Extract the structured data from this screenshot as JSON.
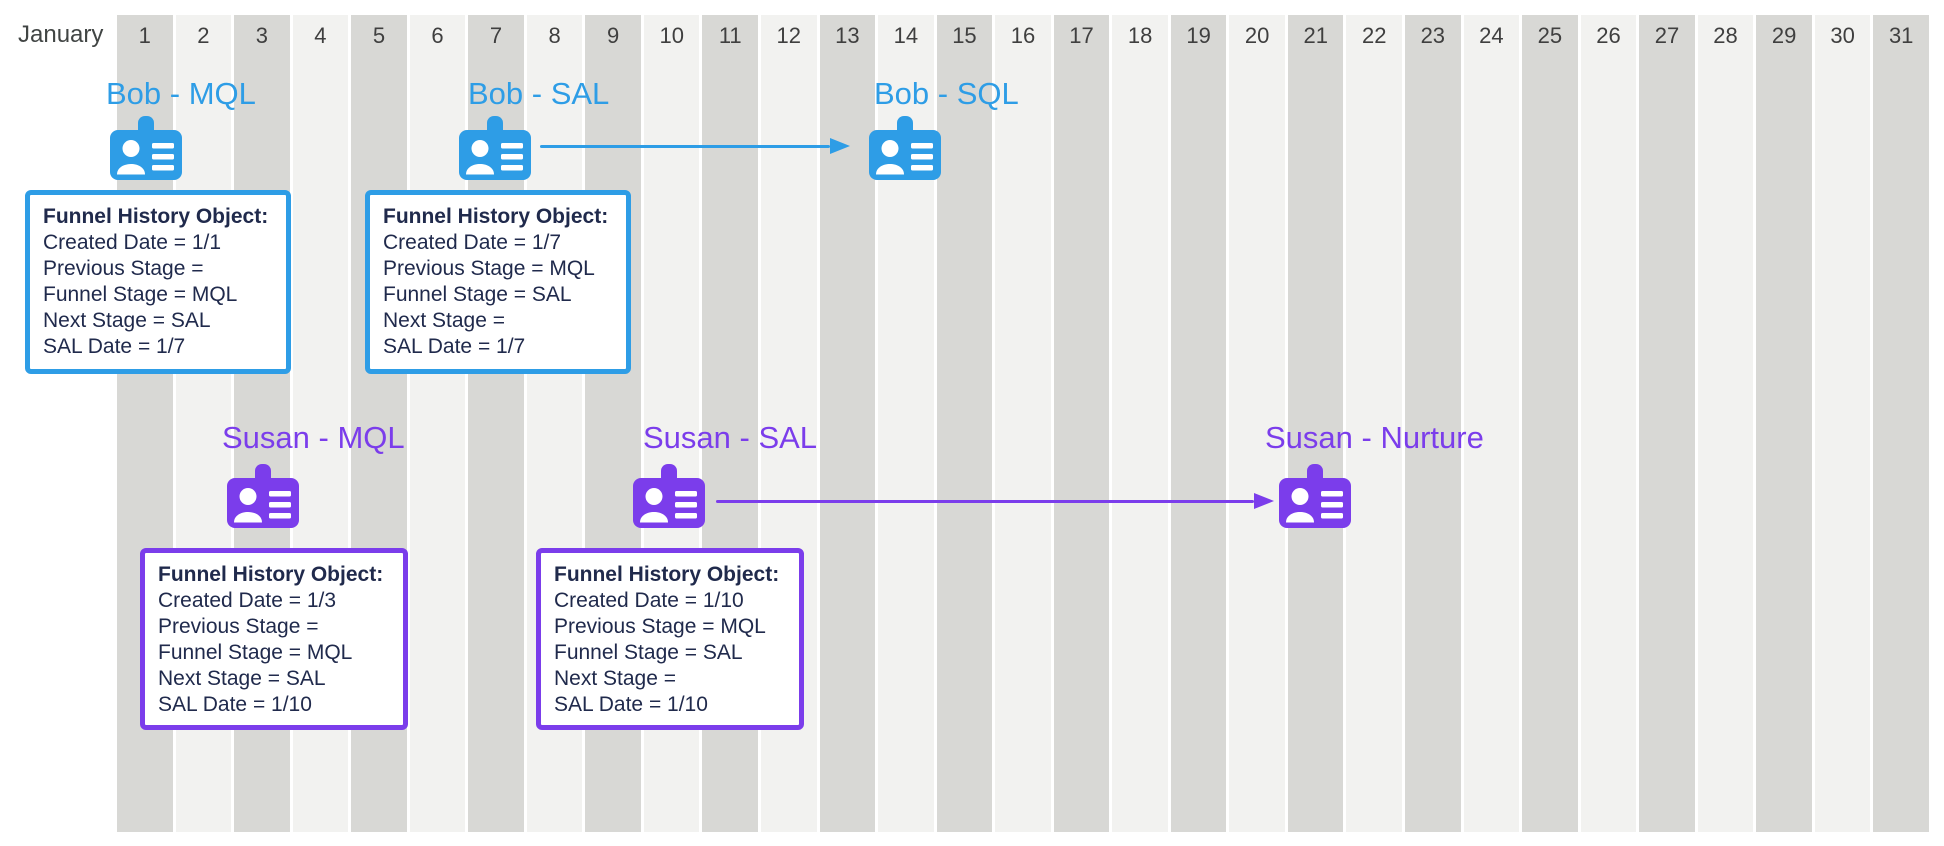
{
  "calendar": {
    "month_label": "January",
    "days": [
      "1",
      "2",
      "3",
      "4",
      "5",
      "6",
      "7",
      "8",
      "9",
      "10",
      "11",
      "12",
      "13",
      "14",
      "15",
      "16",
      "17",
      "18",
      "19",
      "20",
      "21",
      "22",
      "23",
      "24",
      "25",
      "26",
      "27",
      "28",
      "29",
      "30",
      "31"
    ]
  },
  "colors": {
    "blue": "#2E9DE6",
    "purple": "#7B3DEB",
    "navy": "#202A4C",
    "stripe_dark": "#D8D8D5",
    "stripe_light": "#F2F2F0",
    "day_number_text": "#3F3F3F",
    "month_text": "#414544"
  },
  "events": [
    {
      "label": "Bob - MQL",
      "person": "Bob",
      "stage": "MQL",
      "day": 1,
      "color": "blue"
    },
    {
      "label": "Bob - SAL",
      "person": "Bob",
      "stage": "SAL",
      "day": 7,
      "color": "blue"
    },
    {
      "label": "Bob - SQL",
      "person": "Bob",
      "stage": "SQL",
      "day": 14,
      "color": "blue"
    },
    {
      "label": "Susan - MQL",
      "person": "Susan",
      "stage": "MQL",
      "day": 3,
      "color": "purple"
    },
    {
      "label": "Susan - SAL",
      "person": "Susan",
      "stage": "SAL",
      "day": 10,
      "color": "purple"
    },
    {
      "label": "Susan - Nurture",
      "person": "Susan",
      "stage": "Nurture",
      "day": 21,
      "color": "purple"
    }
  ],
  "funnel_boxes": [
    {
      "title": "Funnel History Object:",
      "color": "blue",
      "lines": [
        "Created Date = 1/1",
        "Previous Stage =",
        "Funnel Stage = MQL",
        "Next Stage = SAL",
        "SAL Date = 1/7"
      ]
    },
    {
      "title": "Funnel History Object:",
      "color": "blue",
      "lines": [
        "Created Date = 1/7",
        "Previous Stage = MQL",
        "Funnel Stage = SAL",
        "Next Stage =",
        "SAL Date = 1/7"
      ]
    },
    {
      "title": "Funnel History Object:",
      "color": "purple",
      "lines": [
        "Created Date = 1/3",
        "Previous Stage =",
        "Funnel Stage = MQL",
        "Next Stage = SAL",
        "SAL Date = 1/10"
      ]
    },
    {
      "title": "Funnel History Object:",
      "color": "purple",
      "lines": [
        "Created Date = 1/10",
        "Previous Stage = MQL",
        "Funnel Stage = SAL",
        "Next Stage =",
        "SAL Date = 1/10"
      ]
    }
  ],
  "arrows": [
    {
      "from": "Bob - SAL",
      "to": "Bob - SQL",
      "color": "blue"
    },
    {
      "from": "Susan - SAL",
      "to": "Susan - Nurture",
      "color": "purple"
    }
  ]
}
